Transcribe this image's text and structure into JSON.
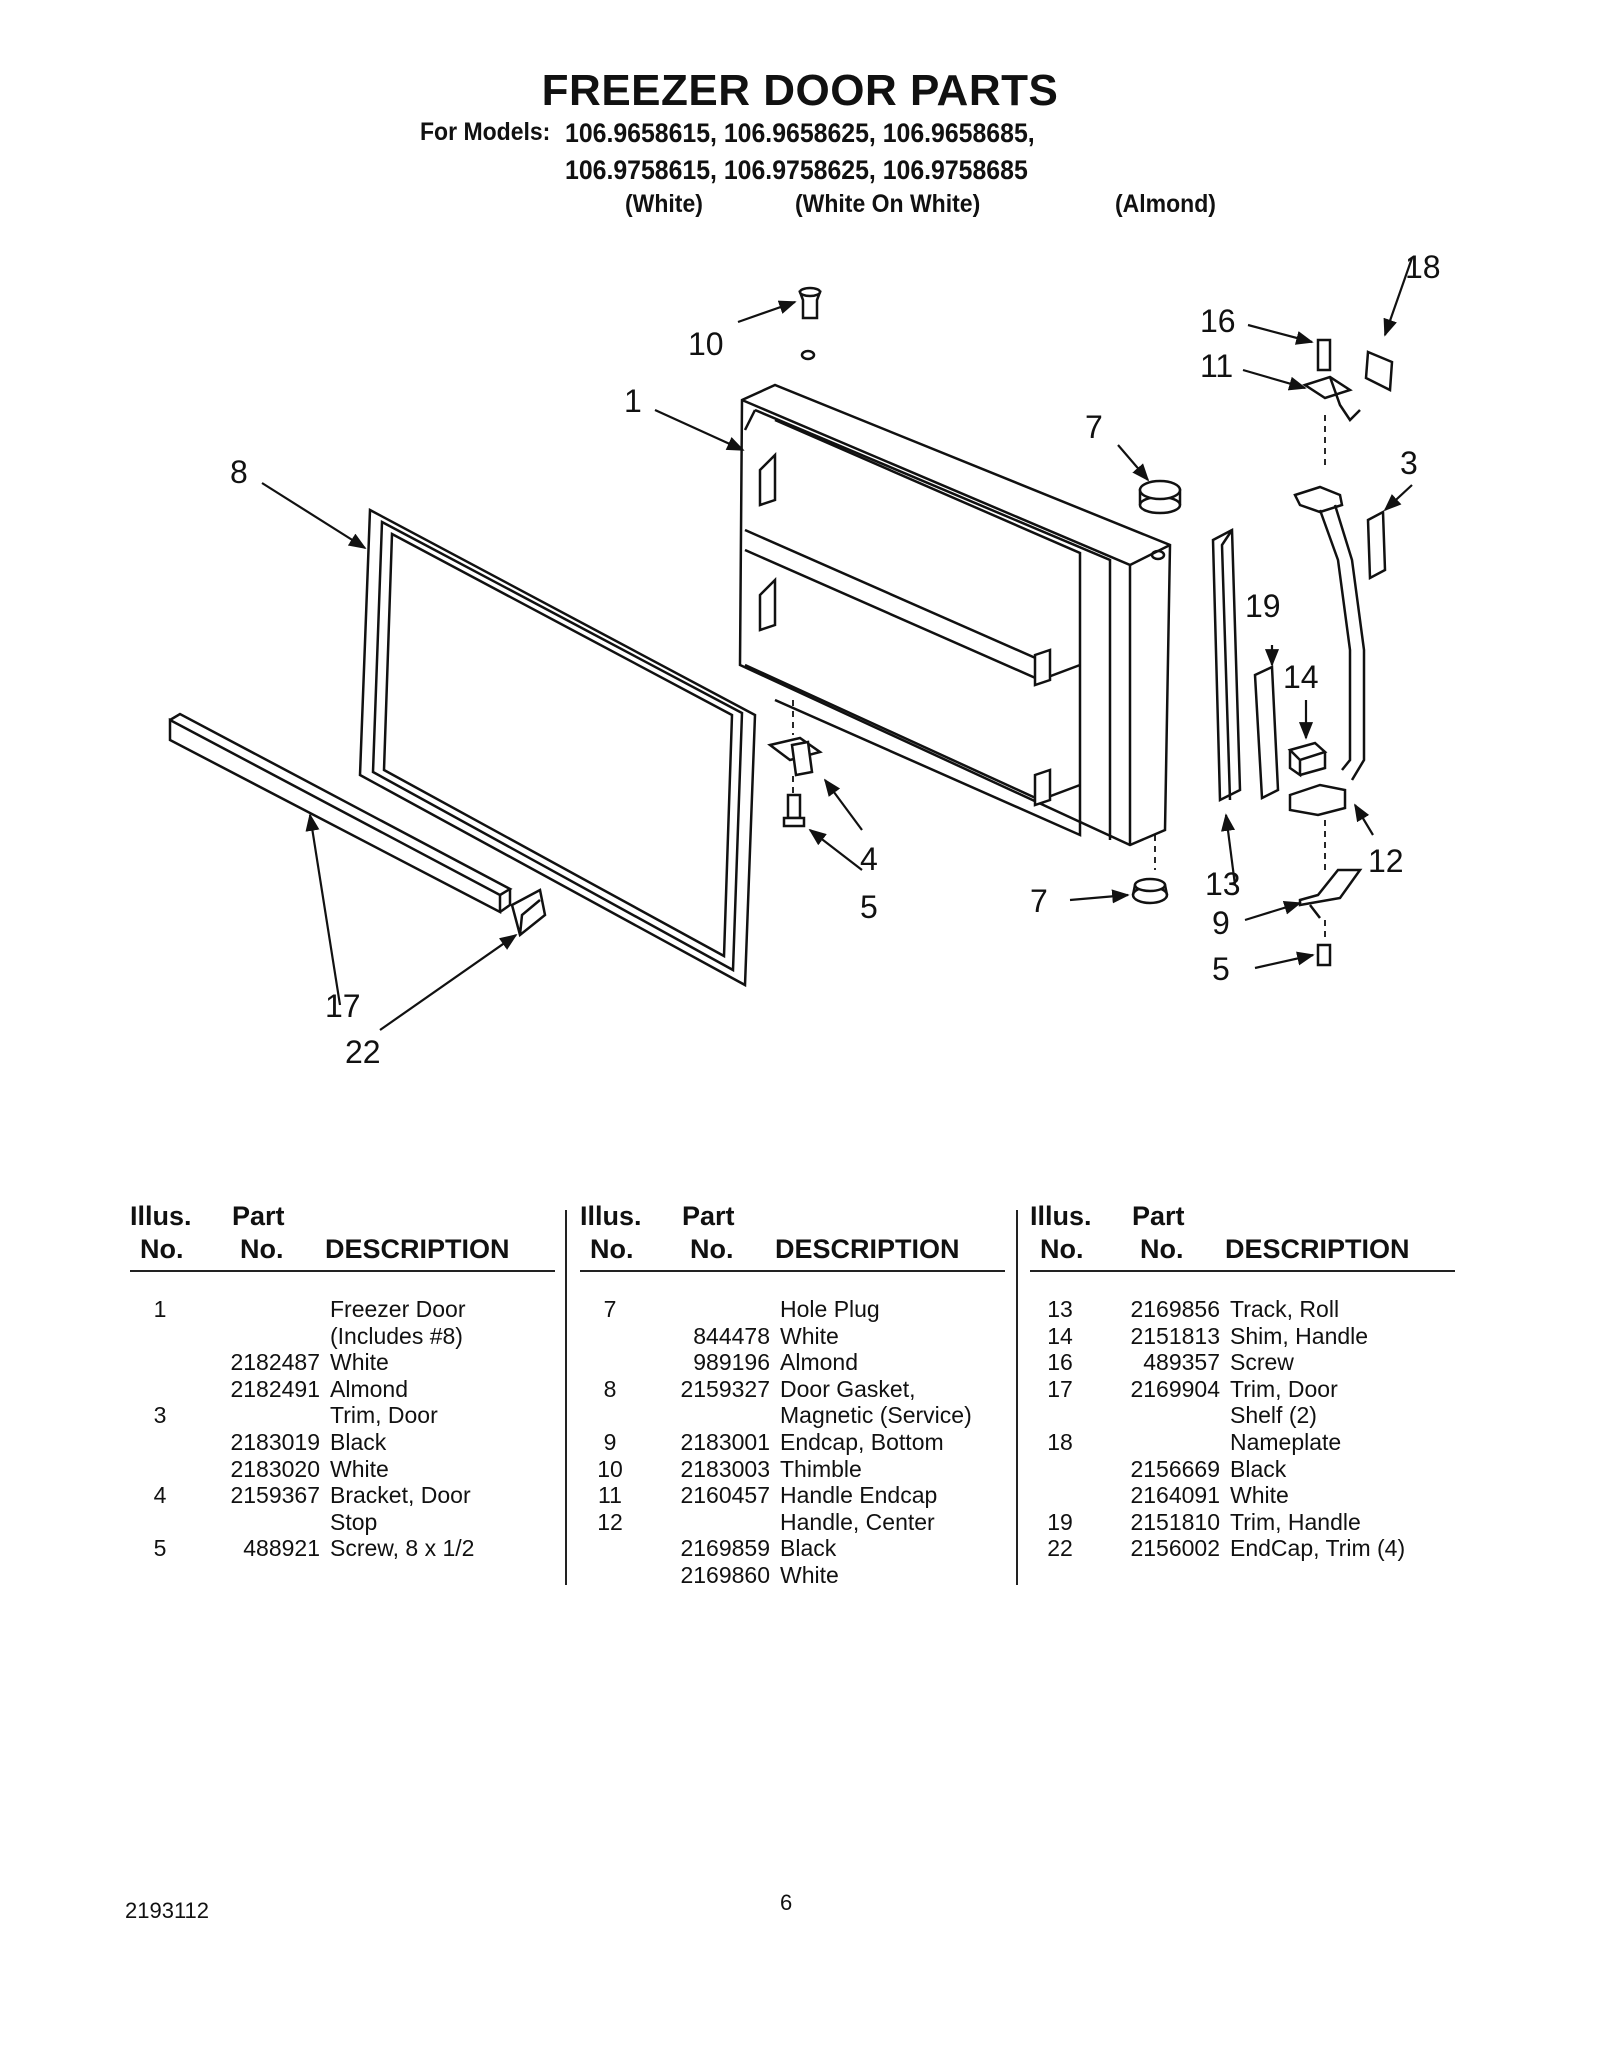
{
  "title": "FREEZER DOOR PARTS",
  "models": {
    "label": "For Models:",
    "line1": "106.9658615, 106.9658625, 106.9658685,",
    "line2": "106.9758615, 106.9758625, 106.9758685",
    "colors": [
      "(White)",
      "(White On White)",
      "(Almond)"
    ]
  },
  "callouts": [
    "10",
    "1",
    "8",
    "7",
    "18",
    "16",
    "11",
    "3",
    "19",
    "14",
    "4",
    "5",
    "12",
    "13",
    "9",
    "5",
    "7",
    "17",
    "22"
  ],
  "table": {
    "headers": {
      "illus1": "Illus.",
      "illus2": "No.",
      "part1": "Part",
      "part2": "No.",
      "desc": "DESCRIPTION"
    },
    "columns": [
      [
        {
          "illus": "1",
          "part": "",
          "desc": "Freezer Door"
        },
        {
          "illus": "",
          "part": "",
          "desc": "(Includes #8)"
        },
        {
          "illus": "",
          "part": "2182487",
          "desc": "White"
        },
        {
          "illus": "",
          "part": "2182491",
          "desc": "Almond"
        },
        {
          "illus": "3",
          "part": "",
          "desc": "Trim, Door"
        },
        {
          "illus": "",
          "part": "2183019",
          "desc": "Black"
        },
        {
          "illus": "",
          "part": "2183020",
          "desc": "White"
        },
        {
          "illus": "4",
          "part": "2159367",
          "desc": "Bracket, Door"
        },
        {
          "illus": "",
          "part": "",
          "desc": "Stop"
        },
        {
          "illus": "5",
          "part": "488921",
          "desc": "Screw, 8 x 1/2"
        }
      ],
      [
        {
          "illus": "7",
          "part": "",
          "desc": "Hole Plug"
        },
        {
          "illus": "",
          "part": "844478",
          "desc": "White"
        },
        {
          "illus": "",
          "part": "989196",
          "desc": "Almond"
        },
        {
          "illus": "8",
          "part": "2159327",
          "desc": "Door Gasket,"
        },
        {
          "illus": "",
          "part": "",
          "desc": "Magnetic (Service)"
        },
        {
          "illus": "9",
          "part": "2183001",
          "desc": "Endcap, Bottom"
        },
        {
          "illus": "10",
          "part": "2183003",
          "desc": "Thimble"
        },
        {
          "illus": "11",
          "part": "2160457",
          "desc": "Handle Endcap"
        },
        {
          "illus": "12",
          "part": "",
          "desc": "Handle, Center"
        },
        {
          "illus": "",
          "part": "2169859",
          "desc": "Black"
        },
        {
          "illus": "",
          "part": "2169860",
          "desc": "White"
        }
      ],
      [
        {
          "illus": "13",
          "part": "2169856",
          "desc": "Track, Roll"
        },
        {
          "illus": "14",
          "part": "2151813",
          "desc": "Shim, Handle"
        },
        {
          "illus": "16",
          "part": "489357",
          "desc": "Screw"
        },
        {
          "illus": "17",
          "part": "2169904",
          "desc": "Trim, Door"
        },
        {
          "illus": "",
          "part": "",
          "desc": "Shelf (2)"
        },
        {
          "illus": "18",
          "part": "",
          "desc": "Nameplate"
        },
        {
          "illus": "",
          "part": "2156669",
          "desc": "Black"
        },
        {
          "illus": "",
          "part": "2164091",
          "desc": "White"
        },
        {
          "illus": "19",
          "part": "2151810",
          "desc": "Trim, Handle"
        },
        {
          "illus": "22",
          "part": "2156002",
          "desc": "EndCap, Trim (4)"
        }
      ]
    ]
  },
  "footer": {
    "doc_number": "2193112",
    "page_number": "6"
  }
}
